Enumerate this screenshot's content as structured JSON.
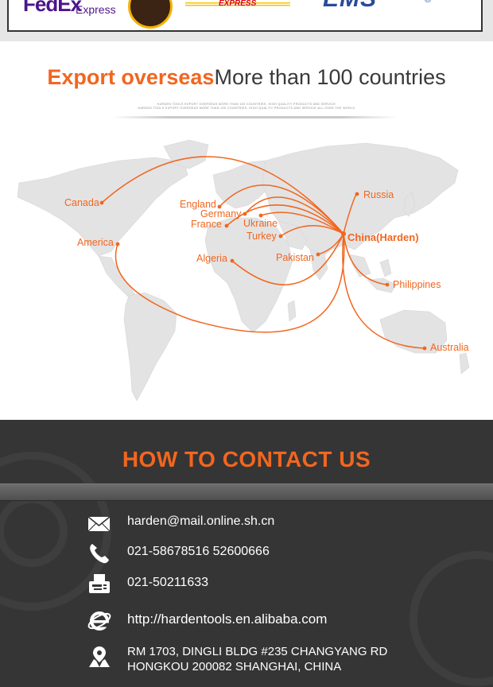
{
  "shipping_logos": {
    "fedex_wordmark": "FedEx",
    "fedex_sub": "Express",
    "dhl_sub": "EXPRESS",
    "ems_wordmark": "EMS",
    "ems_mark": "®"
  },
  "export": {
    "title_highlight": "Export overseas",
    "title_rest": "More than 100 countries",
    "fine_line_1": "HARDEN TOOLS EXPORT OVERSEAS MORE THAN 100 COUNTRIES, HIGH QUALITY PRODUCTS AND SERVICE",
    "fine_line_2": "HARDEN TOOLS EXPORT OVERSEAS MORE THAN 100 COUNTRIES, HIGH QUALITY PRODUCTS AND SERVICE ALL OVER THE WORLD"
  },
  "map": {
    "hub": "China(Harden)",
    "destinations": [
      "Russia",
      "Canada",
      "England",
      "Germany",
      "France",
      "Ukraine",
      "Turkey",
      "America",
      "Algeria",
      "Pakistan",
      "Philippines",
      "Australia"
    ],
    "line_color": "#f2661f",
    "land_color": "#e4e4e4"
  },
  "contact": {
    "title": "HOW TO CONTACT US",
    "email": "harden@mail.online.sh.cn",
    "phone": "021-58678516 52600666",
    "fax": "021-50211633",
    "website": "http://hardentools.en.alibaba.com",
    "address_line_1": "RM 1703, DINGLI BLDG #235 CHANGYANG RD",
    "address_line_2": "HONGKOU 200082 SHANGHAI, CHINA"
  },
  "colors": {
    "accent": "#f2661f",
    "dark_bg": "#353535"
  }
}
